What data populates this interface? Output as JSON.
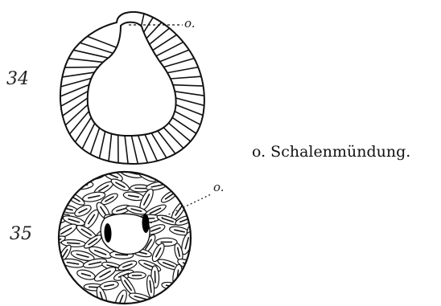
{
  "figures": [
    {
      "number": "34",
      "opening_label": "o."
    },
    {
      "number": "35",
      "opening_label": "o."
    }
  ],
  "legend": {
    "text": "o. Schalenmündung."
  }
}
